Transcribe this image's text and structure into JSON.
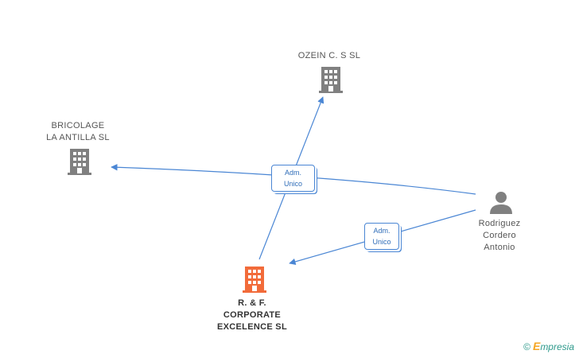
{
  "nodes": {
    "ozein": {
      "label": "OZEIN C. S SL",
      "color": "#808080"
    },
    "bricolage": {
      "label": "BRICOLAGE\nLA ANTILLA SL",
      "color": "#808080"
    },
    "rf": {
      "label": "R.  & F.\nCORPORATE\nEXCELENCE SL",
      "color": "#f26b3a"
    },
    "rodriguez": {
      "label": "Rodriguez\nCordero\nAntonio",
      "color": "#808080"
    }
  },
  "edges": {
    "center_label": "Adm.\nUnico",
    "right_label": "Adm.\nUnico"
  },
  "colors": {
    "edge": "#4a86d4"
  },
  "brand": {
    "copyright": "©",
    "initial": "E",
    "rest": "mpresia"
  }
}
